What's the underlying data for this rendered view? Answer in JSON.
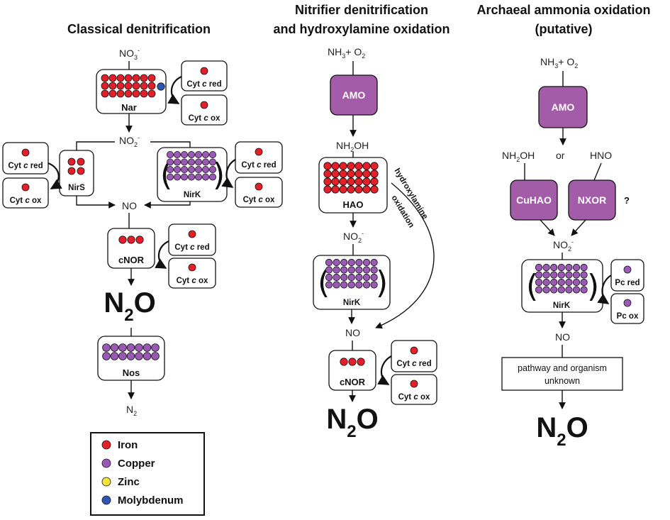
{
  "colors": {
    "iron": "#e3202a",
    "copper": "#9b59b6",
    "zinc": "#f5e43a",
    "molybdenum": "#2e56b3",
    "enzyme_fill": "#a35ca8"
  },
  "headings": {
    "classical": "Classical denitrification",
    "nitrifier_1": "Nitrifier denitrification",
    "nitrifier_2": "and hydroxylamine oxidation",
    "archaeal_1": "Archaeal ammonia oxidation",
    "archaeal_2": "(putative)"
  },
  "chem": {
    "no3": "NO",
    "no3_sub": "3",
    "no3_sup": "-",
    "no2": "NO",
    "no2_sub": "2",
    "no2_sup": "-",
    "no": "NO",
    "n2": "N",
    "n2_sub": "2",
    "n2o_n": "N",
    "n2o_sub": "2",
    "n2o_o": "O",
    "nh3": "NH",
    "nh3_sub": "3",
    "nh3_plus": "+ O",
    "o2_sub": "2",
    "nh2oh_a": "NH",
    "nh2oh_sub": "2",
    "nh2oh_b": "OH",
    "or": "or",
    "hno": "HNO"
  },
  "enzymes": {
    "nar": "Nar",
    "nirs": "NirS",
    "nirk": "NirK",
    "cnor": "cNOR",
    "nos": "Nos",
    "amo": "AMO",
    "hao": "HAO",
    "cuhao": "CuHAO",
    "nxor": "NXOR"
  },
  "cytochromes": {
    "red_prefix": "Cyt ",
    "red_italic": "c",
    "red_suffix": " red",
    "ox_prefix": "Cyt ",
    "ox_italic": "c",
    "ox_suffix": " ox",
    "pc_red": "Pc red",
    "pc_ox": "Pc ox"
  },
  "annotations": {
    "hydroxylamine": "hydroxylamine",
    "oxidation": "oxidation",
    "question": "?",
    "unknown_1": "pathway and organism",
    "unknown_2": "unknown"
  },
  "legend": [
    {
      "label": "Iron",
      "color": "#e3202a"
    },
    {
      "label": "Copper",
      "color": "#9b59b6"
    },
    {
      "label": "Zinc",
      "color": "#f5e43a"
    },
    {
      "label": "Molybdenum",
      "color": "#2e56b3"
    }
  ]
}
